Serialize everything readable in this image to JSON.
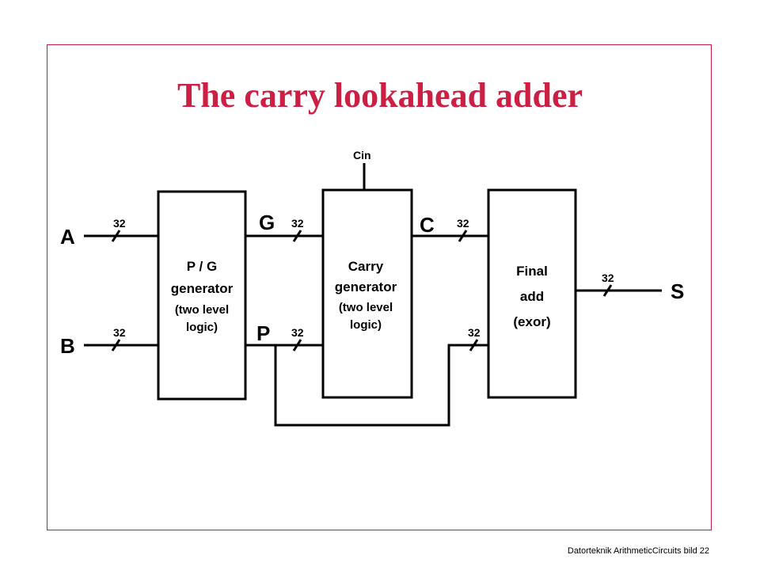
{
  "title": "The carry lookahead adder",
  "footer": "Datorteknik ArithmeticCircuits bild 22",
  "inputs": {
    "a": "A",
    "b": "B",
    "cin": "Cin"
  },
  "output": {
    "s": "S"
  },
  "signals": {
    "g": "G",
    "p": "P",
    "c": "C"
  },
  "bus_width": "32",
  "blocks": {
    "pg": {
      "line1": "P / G",
      "line2": "generator",
      "line3": "(two level",
      "line4": "logic)"
    },
    "carry": {
      "line1": "Carry",
      "line2": "generator",
      "line3": "(two level",
      "line4": "logic)"
    },
    "final": {
      "line1": "Final",
      "line2": "add",
      "line3": "(exor)"
    }
  },
  "colors": {
    "frame": "#c8193c",
    "title": "#cc1f44",
    "lines": "#000000"
  }
}
